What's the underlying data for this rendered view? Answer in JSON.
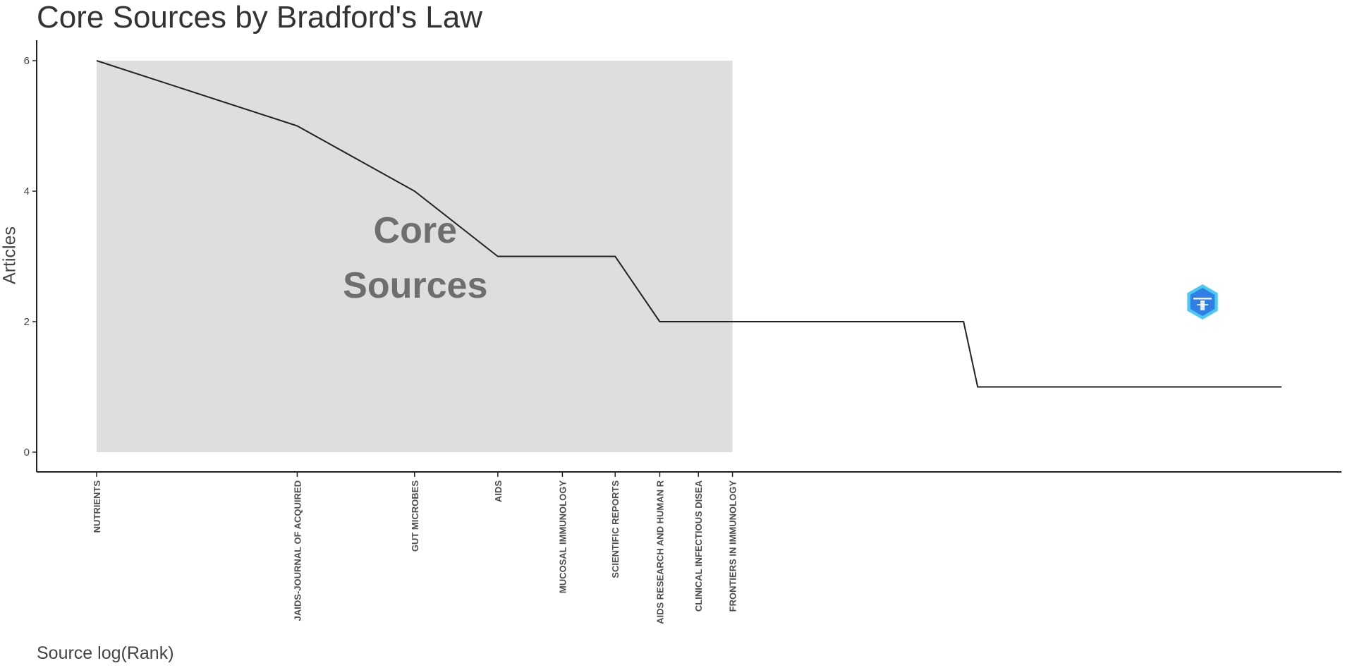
{
  "chart_data": {
    "type": "line",
    "title": "Core Sources by Bradford's Law",
    "xlabel": "Source log(Rank)",
    "ylabel": "Articles",
    "ylim": [
      0,
      6
    ],
    "yticks": [
      0,
      2,
      4,
      6
    ],
    "x_scale": "log",
    "grid": false,
    "core_zone": {
      "label_line1": "Core",
      "label_line2": "Sources",
      "from_rank": 1,
      "to_rank": 9,
      "color": "#dedede"
    },
    "categories": [
      "NUTRIENTS",
      "JAIDS-JOURNAL OF ACQUIRED",
      "GUT MICROBES",
      "AIDS",
      "MUCOSAL IMMUNOLOGY",
      "SCIENTIFIC REPORTS",
      "AIDS RESEARCH AND HUMAN R",
      "CLINICAL INFECTIOUS DISEA",
      "FRONTIERS IN IMMUNOLOGY"
    ],
    "ranks": [
      1,
      2,
      3,
      4,
      5,
      6,
      7,
      8,
      9
    ],
    "series": [
      {
        "x": [
          1,
          2,
          3,
          4,
          6,
          7,
          9,
          20,
          21,
          60
        ],
        "values": [
          6,
          5,
          4,
          3,
          3,
          2,
          2,
          2,
          1,
          1
        ]
      }
    ],
    "colors": {
      "line": "#222222",
      "axis": "#222222",
      "logo_primary": "#2f7fe6",
      "logo_secondary": "#37c3f0"
    }
  },
  "watermark": {
    "icon": "hexagon-logo-icon"
  }
}
